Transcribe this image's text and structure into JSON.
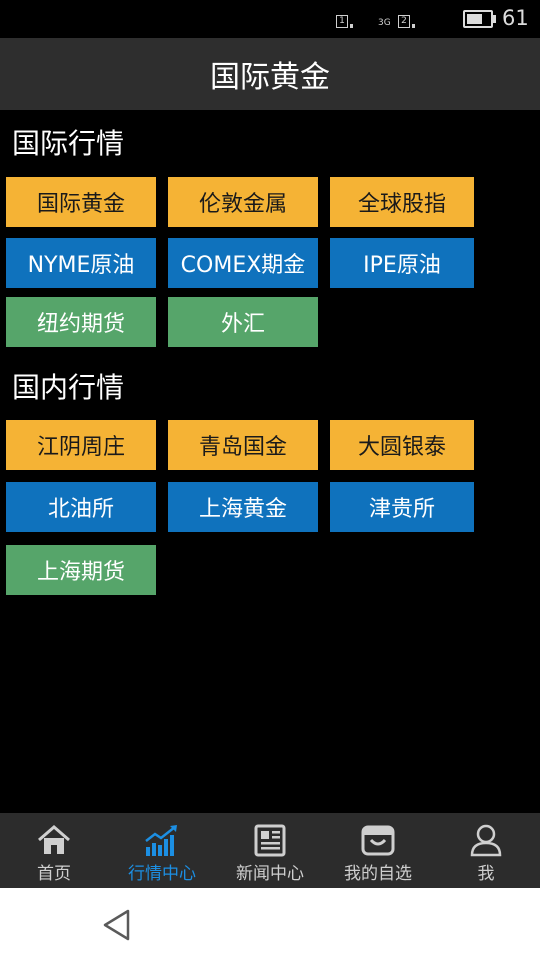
{
  "status_bar": {
    "sim1": "1",
    "sim2": "2",
    "net_type": "3G",
    "battery_level": "61"
  },
  "header": {
    "title": "国际黄金"
  },
  "sections": [
    {
      "title": "国际行情",
      "items": [
        {
          "label": "国际黄金",
          "color": "#f5b335"
        },
        {
          "label": "伦敦金属",
          "color": "#f5b335"
        },
        {
          "label": "全球股指",
          "color": "#f5b335"
        },
        {
          "label": "NYME原油",
          "color": "#0f72bd"
        },
        {
          "label": "COMEX期金",
          "color": "#0f72bd"
        },
        {
          "label": "IPE原油",
          "color": "#0f72bd"
        },
        {
          "label": "纽约期货",
          "color": "#56a56a"
        },
        {
          "label": "外汇",
          "color": "#56a56a"
        }
      ]
    },
    {
      "title": "国内行情",
      "items": [
        {
          "label": "江阴周庄",
          "color": "#f5b335"
        },
        {
          "label": "青岛国金",
          "color": "#f5b335"
        },
        {
          "label": "大圆银泰",
          "color": "#f5b335"
        },
        {
          "label": "北油所",
          "color": "#0f72bd"
        },
        {
          "label": "上海黄金",
          "color": "#0f72bd"
        },
        {
          "label": "津贵所",
          "color": "#0f72bd"
        },
        {
          "label": "上海期货",
          "color": "#56a56a"
        }
      ]
    }
  ],
  "bottom_nav": {
    "items": [
      {
        "label": "首页",
        "icon": "home-icon"
      },
      {
        "label": "行情中心",
        "icon": "chart-icon",
        "active": true
      },
      {
        "label": "新闻中心",
        "icon": "newspaper-icon"
      },
      {
        "label": "我的自选",
        "icon": "basket-icon"
      },
      {
        "label": "我",
        "icon": "user-icon"
      }
    ],
    "active_color": "#1c8fe3"
  },
  "system_nav": {
    "back_icon": "back-triangle-icon"
  }
}
